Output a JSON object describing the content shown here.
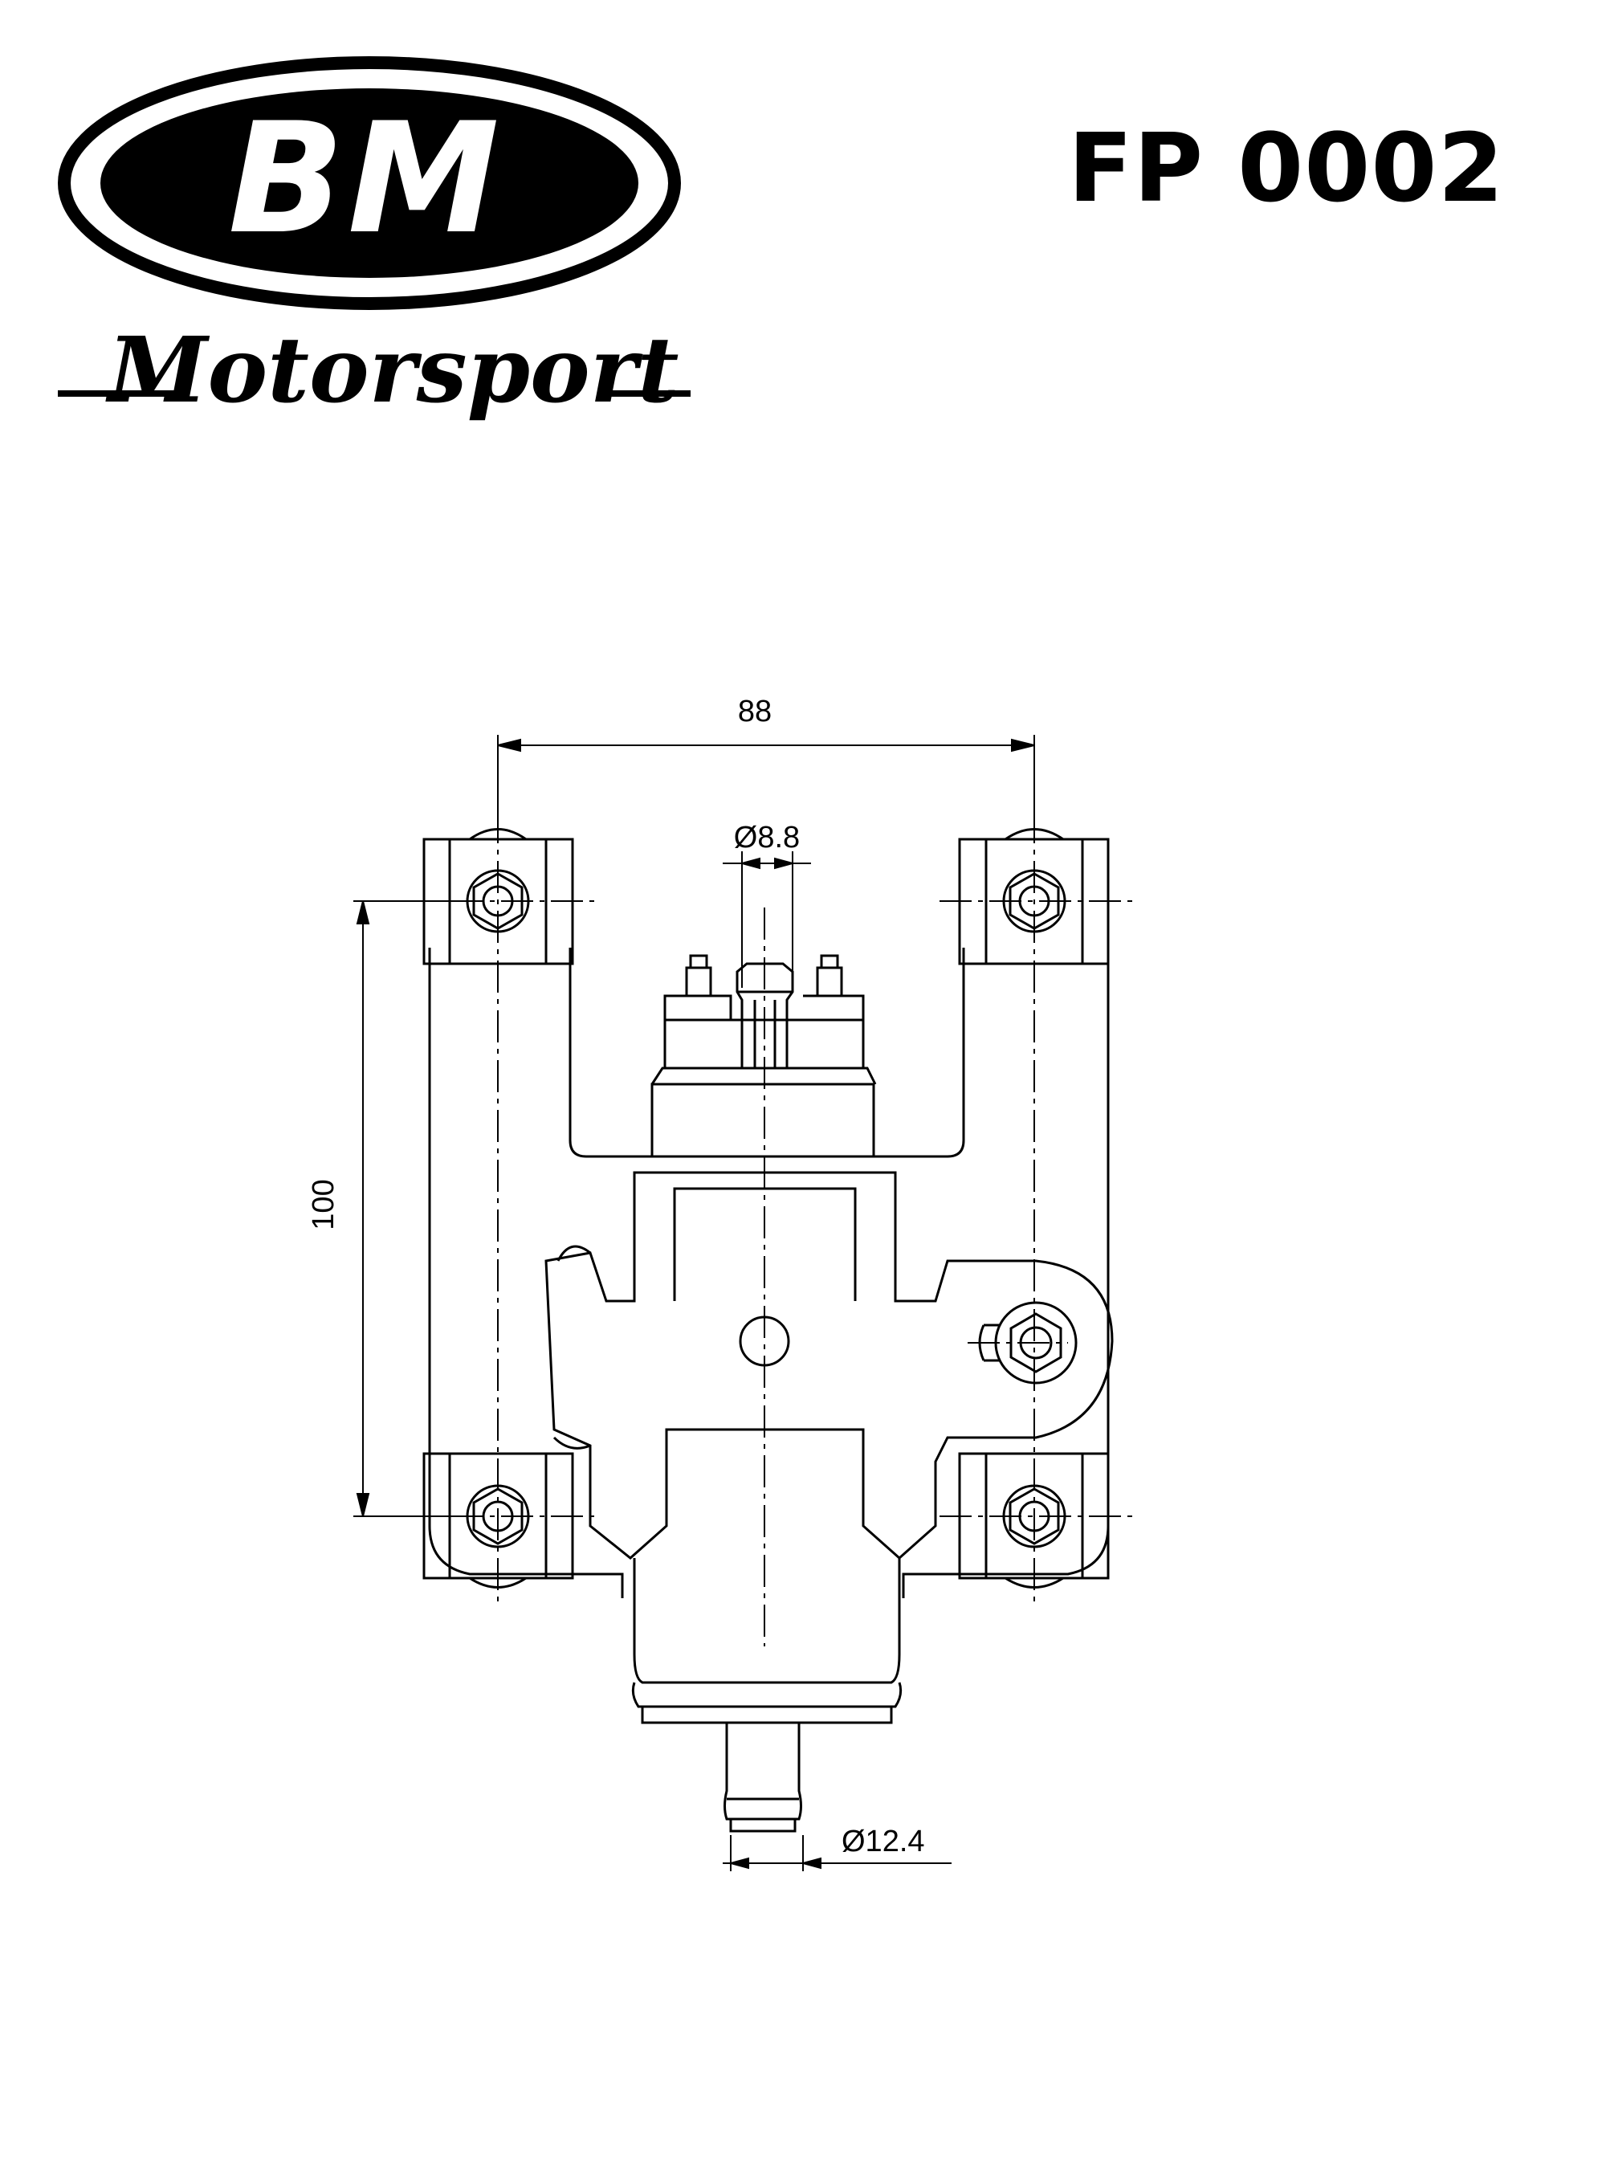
{
  "header": {
    "brand_logo_text": "BM",
    "brand_logo_subtext": "Motorsport",
    "part_number": "FP 0002"
  },
  "dimensions": {
    "width_label": "88",
    "height_label": "100",
    "outlet_diameter_label": "Ø8.8",
    "inlet_diameter_label": "Ø12.4"
  },
  "colors": {
    "ink": "#000000",
    "paper": "#ffffff"
  }
}
